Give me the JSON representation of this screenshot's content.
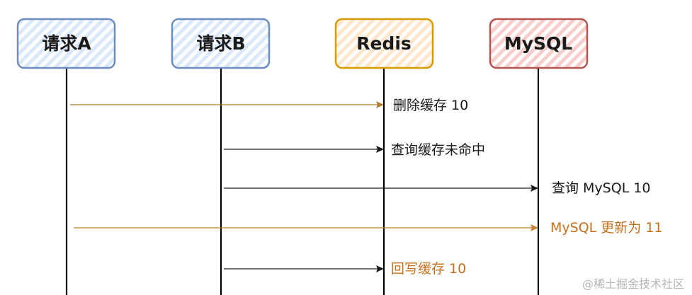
{
  "actors": [
    {
      "id": "reqA",
      "label": "请求A",
      "stroke": "#6c8ebf",
      "fill": "#dae8fc"
    },
    {
      "id": "reqB",
      "label": "请求B",
      "stroke": "#6c8ebf",
      "fill": "#dae8fc"
    },
    {
      "id": "redis",
      "label": "Redis",
      "stroke": "#d79b00",
      "fill": "#ffe6cc"
    },
    {
      "id": "mysql",
      "label": "MySQL",
      "stroke": "#b85450",
      "fill": "#f8cecc"
    }
  ],
  "messages": [
    {
      "from": "reqA",
      "to": "redis",
      "label": "删除缓存 10",
      "line_color": "#b07a2a",
      "text_color": "#1a1a1a"
    },
    {
      "from": "reqB",
      "to": "redis",
      "label": "查询缓存未命中",
      "line_color": "#1a1a1a",
      "text_color": "#1a1a1a"
    },
    {
      "from": "reqB",
      "to": "mysql",
      "label": "查询 MySQL 10",
      "line_color": "#1a1a1a",
      "text_color": "#1a1a1a"
    },
    {
      "from": "reqA",
      "to": "mysql",
      "label": "MySQL 更新为 11",
      "line_color": "#c87f2a",
      "text_color": "#c7701b"
    },
    {
      "from": "reqB",
      "to": "redis",
      "label": "回写缓存 10",
      "line_color": "#1a1a1a",
      "text_color": "#c7701b"
    }
  ],
  "watermark": "@稀土掘金技术社区"
}
